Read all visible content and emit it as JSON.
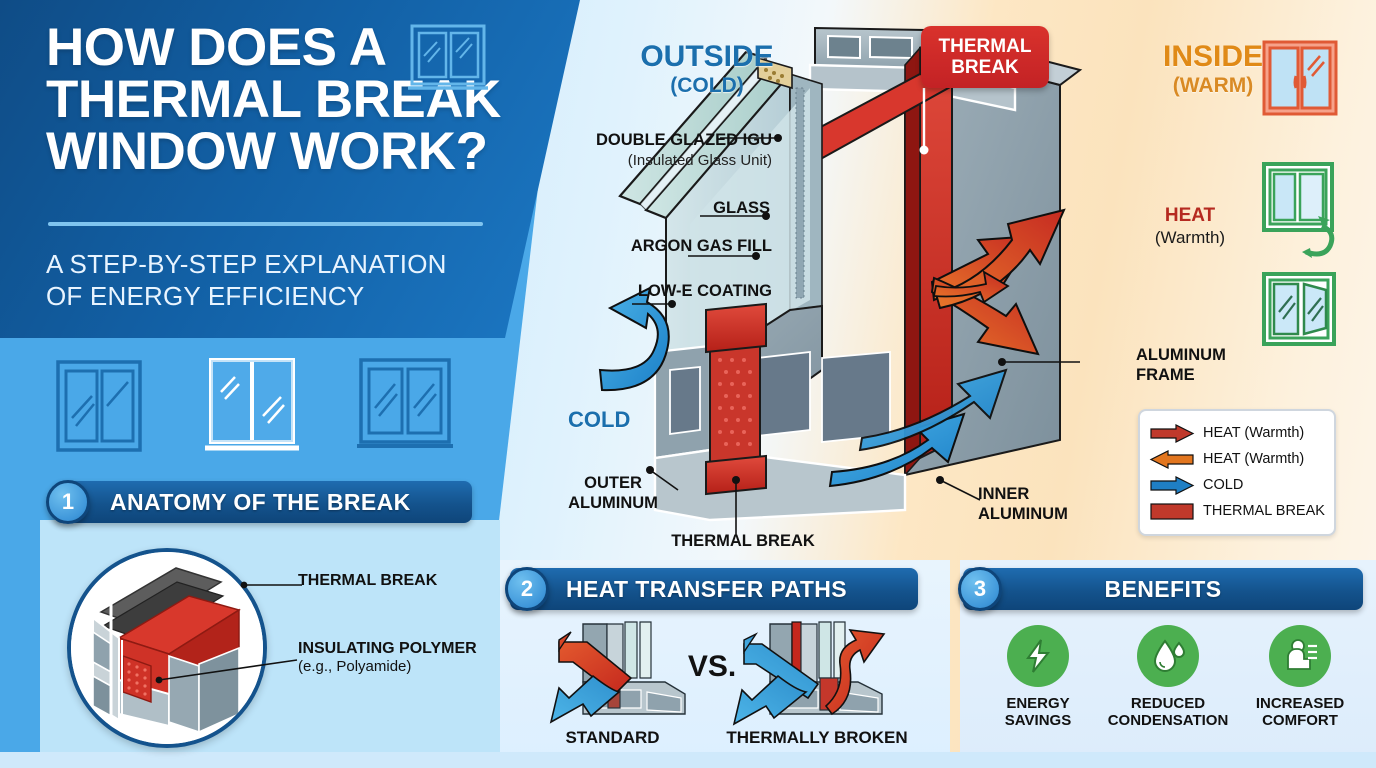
{
  "header": {
    "title_lines": [
      "HOW DOES A",
      "THERMAL BREAK",
      "WINDOW WORK?"
    ],
    "subtitle_lines": [
      "A STEP-BY-STEP EXPLANATION",
      "OF ENERGY EFFICIENCY"
    ],
    "icon": "window-icon"
  },
  "colors": {
    "dark_blue": "#0f4c86",
    "mid_blue": "#1f6cb0",
    "light_blue": "#4aa8e8",
    "cold_blue": "#1b6fad",
    "heat_red": "#c32225",
    "heat_orange": "#e2761f",
    "inside_orange": "#e08a17",
    "benefit_green": "#4caf50"
  },
  "sidebar_icons": [
    {
      "name": "window-icon-outline-1"
    },
    {
      "name": "window-icon-outline-2"
    },
    {
      "name": "window-icon-outline-3"
    }
  ],
  "diagram": {
    "outside": {
      "main": "OUTSIDE",
      "sub": "(COLD)"
    },
    "inside": {
      "main": "INSIDE",
      "sub": "(WARM)"
    },
    "thermal_break_tag": {
      "line1": "THERMAL",
      "line2": "BREAK"
    },
    "heat_label": {
      "main": "HEAT",
      "sub": "(Warmth)"
    },
    "callouts": [
      {
        "id": "igu",
        "label": "DOUBLE GLAZED IGU",
        "sub": "(Insulated Glass Unit)"
      },
      {
        "id": "glass",
        "label": "GLASS",
        "sub": ""
      },
      {
        "id": "argon",
        "label": "ARGON GAS FILL",
        "sub": ""
      },
      {
        "id": "lowe",
        "label": "LOW-E COATING",
        "sub": ""
      },
      {
        "id": "cold",
        "label": "COLD",
        "sub": ""
      },
      {
        "id": "outer",
        "label": "OUTER ALUMINUM",
        "sub": ""
      },
      {
        "id": "thermal_break",
        "label": "THERMAL BREAK",
        "sub": ""
      },
      {
        "id": "inner",
        "label": "INNER ALUMINUM",
        "sub": ""
      },
      {
        "id": "aluminum_frame",
        "label": "ALUMINUM FRAME",
        "sub": ""
      }
    ],
    "legend": {
      "title": "",
      "items": [
        {
          "label": "HEAT (Warmth)",
          "swatch": "arrow-right-red",
          "color": "#c0392b"
        },
        {
          "label": "HEAT (Warmth)",
          "swatch": "arrow-left-orange",
          "color": "#e2761f"
        },
        {
          "label": "COLD",
          "swatch": "arrow-right-blue",
          "color": "#1f7fc4"
        },
        {
          "label": "THERMAL BREAK",
          "swatch": "block-red",
          "color": "#c0392b"
        }
      ]
    },
    "inside_icons": [
      {
        "name": "window-icon-orange"
      },
      {
        "name": "window-icon-green-airflow"
      },
      {
        "name": "window-icon-green-open"
      }
    ]
  },
  "steps": [
    {
      "number": "1",
      "title": "ANATOMY OF THE BREAK",
      "callouts": [
        {
          "label": "THERMAL BREAK",
          "sub": ""
        },
        {
          "label": "INSULATING POLYMER",
          "sub": "(e.g., Polyamide)"
        }
      ]
    },
    {
      "number": "2",
      "title": "HEAT TRANSFER PATHS",
      "vs_label": "VS.",
      "captions": [
        "STANDARD",
        "THERMALLY BROKEN"
      ]
    },
    {
      "number": "3",
      "title": "BENEFITS",
      "benefits": [
        {
          "icon": "bolt-icon",
          "label_line1": "ENERGY",
          "label_line2": "SAVINGS"
        },
        {
          "icon": "water-drop-icon",
          "label_line1": "REDUCED",
          "label_line2": "CONDENSATION"
        },
        {
          "icon": "person-comfort-icon",
          "label_line1": "INCREASED",
          "label_line2": "COMFORT"
        }
      ]
    }
  ]
}
